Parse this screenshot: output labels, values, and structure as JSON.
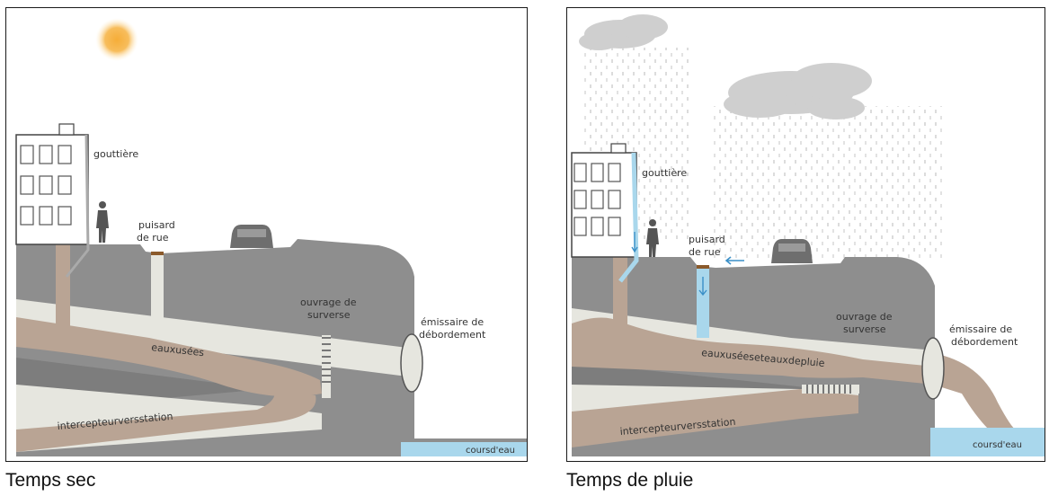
{
  "panels": {
    "dry": {
      "caption": "Temps sec",
      "labels": {
        "gutter": "gouttière",
        "drain_line1": "puisard",
        "drain_line2": "de rue",
        "overflow_line1": "ouvrage de",
        "overflow_line2": "surverse",
        "outfall_line1": "émissaire de",
        "outfall_line2": "débordement",
        "wastewater": "eauxusées",
        "interceptor": "intercepteurversstation",
        "stream": "coursd'eau"
      }
    },
    "wet": {
      "caption": "Temps de pluie",
      "labels": {
        "gutter": "gouttière",
        "drain_line1": "puisard",
        "drain_line2": "de rue",
        "overflow_line1": "ouvrage de",
        "overflow_line2": "surverse",
        "outfall_line1": "émissaire de",
        "outfall_line2": "débordement",
        "wastewater": "eauxuséeseteauxdepluie",
        "interceptor": "intercepteurversstation",
        "stream": "coursd'eau"
      }
    }
  },
  "colors": {
    "ground": "#8e8e8e",
    "sewage": "#b9a494",
    "pipe": "#e8e8e2",
    "water": "#a9d7ec",
    "sun": "#f6b343"
  }
}
